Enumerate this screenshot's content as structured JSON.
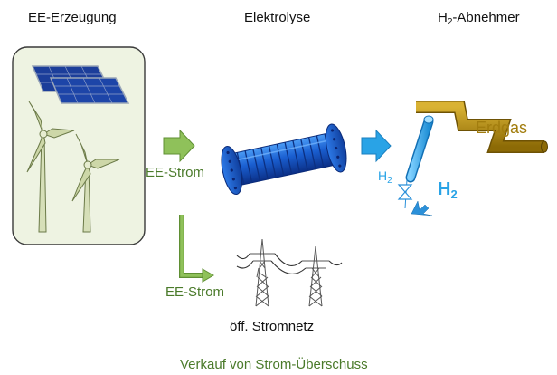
{
  "headings": {
    "ee_generation": "EE-Erzeugung",
    "electrolysis": "Elektrolyse",
    "h2_consumer_prefix": "H",
    "h2_consumer_sub": "2",
    "h2_consumer_suffix": "-Abnehmer"
  },
  "labels": {
    "ee_strom_1": "EE-Strom",
    "ee_strom_2": "EE-Strom",
    "h2_small_prefix": "H",
    "h2_small_sub": "2",
    "h2_big_prefix": "H",
    "h2_big_sub": "2",
    "erdgas": "Erdgas",
    "public_grid": "öff. Stromnetz",
    "footer": "Verkauf von Strom-Überschuss"
  },
  "colors": {
    "green_arrow": "#8fc15a",
    "green_text": "#4a7a2a",
    "blue_arrow": "#29a3e6",
    "electrolyser": "#1a5fd1",
    "pipe": "#b8900e",
    "panel_bg": "#eef3e2"
  },
  "icons": [
    "solar-panel-icon",
    "wind-turbine-icon",
    "electrolyser-icon",
    "pipeline-icon",
    "valve-icon",
    "power-pylon-icon"
  ]
}
